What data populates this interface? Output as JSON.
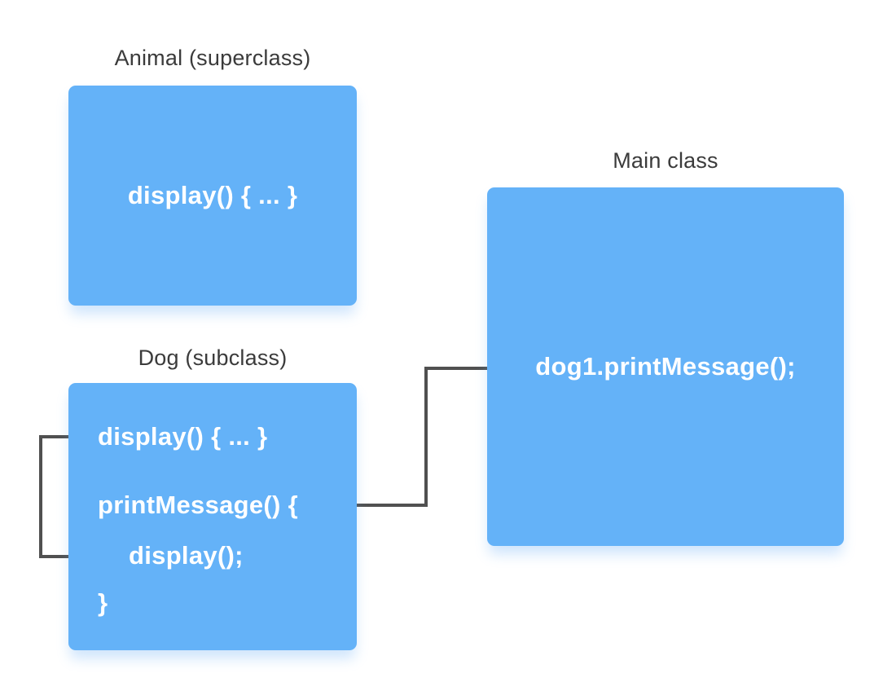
{
  "colors": {
    "background": "#ffffff",
    "box_fill": "#64b2f8",
    "box_text": "#ffffff",
    "label_text": "#3b3b3b",
    "arrow": "#505050"
  },
  "boxes": {
    "animal": {
      "label": "Animal (superclass)",
      "lines": [
        "display() { ... }"
      ]
    },
    "dog": {
      "label": "Dog (subclass)",
      "lines": [
        "display() { ... }",
        "printMessage() {",
        "display();",
        "}"
      ]
    },
    "main": {
      "label": "Main class",
      "lines": [
        "dog1.printMessage();"
      ]
    }
  },
  "connectors": [
    {
      "name": "main-call-arrow",
      "from": "dog1.printMessage(); in Main class",
      "to": "printMessage() { in Dog (subclass)"
    },
    {
      "name": "display-call-loop-arrow",
      "from": "display(); inside printMessage()",
      "to": "display() { ... } in Dog (subclass)"
    }
  ]
}
